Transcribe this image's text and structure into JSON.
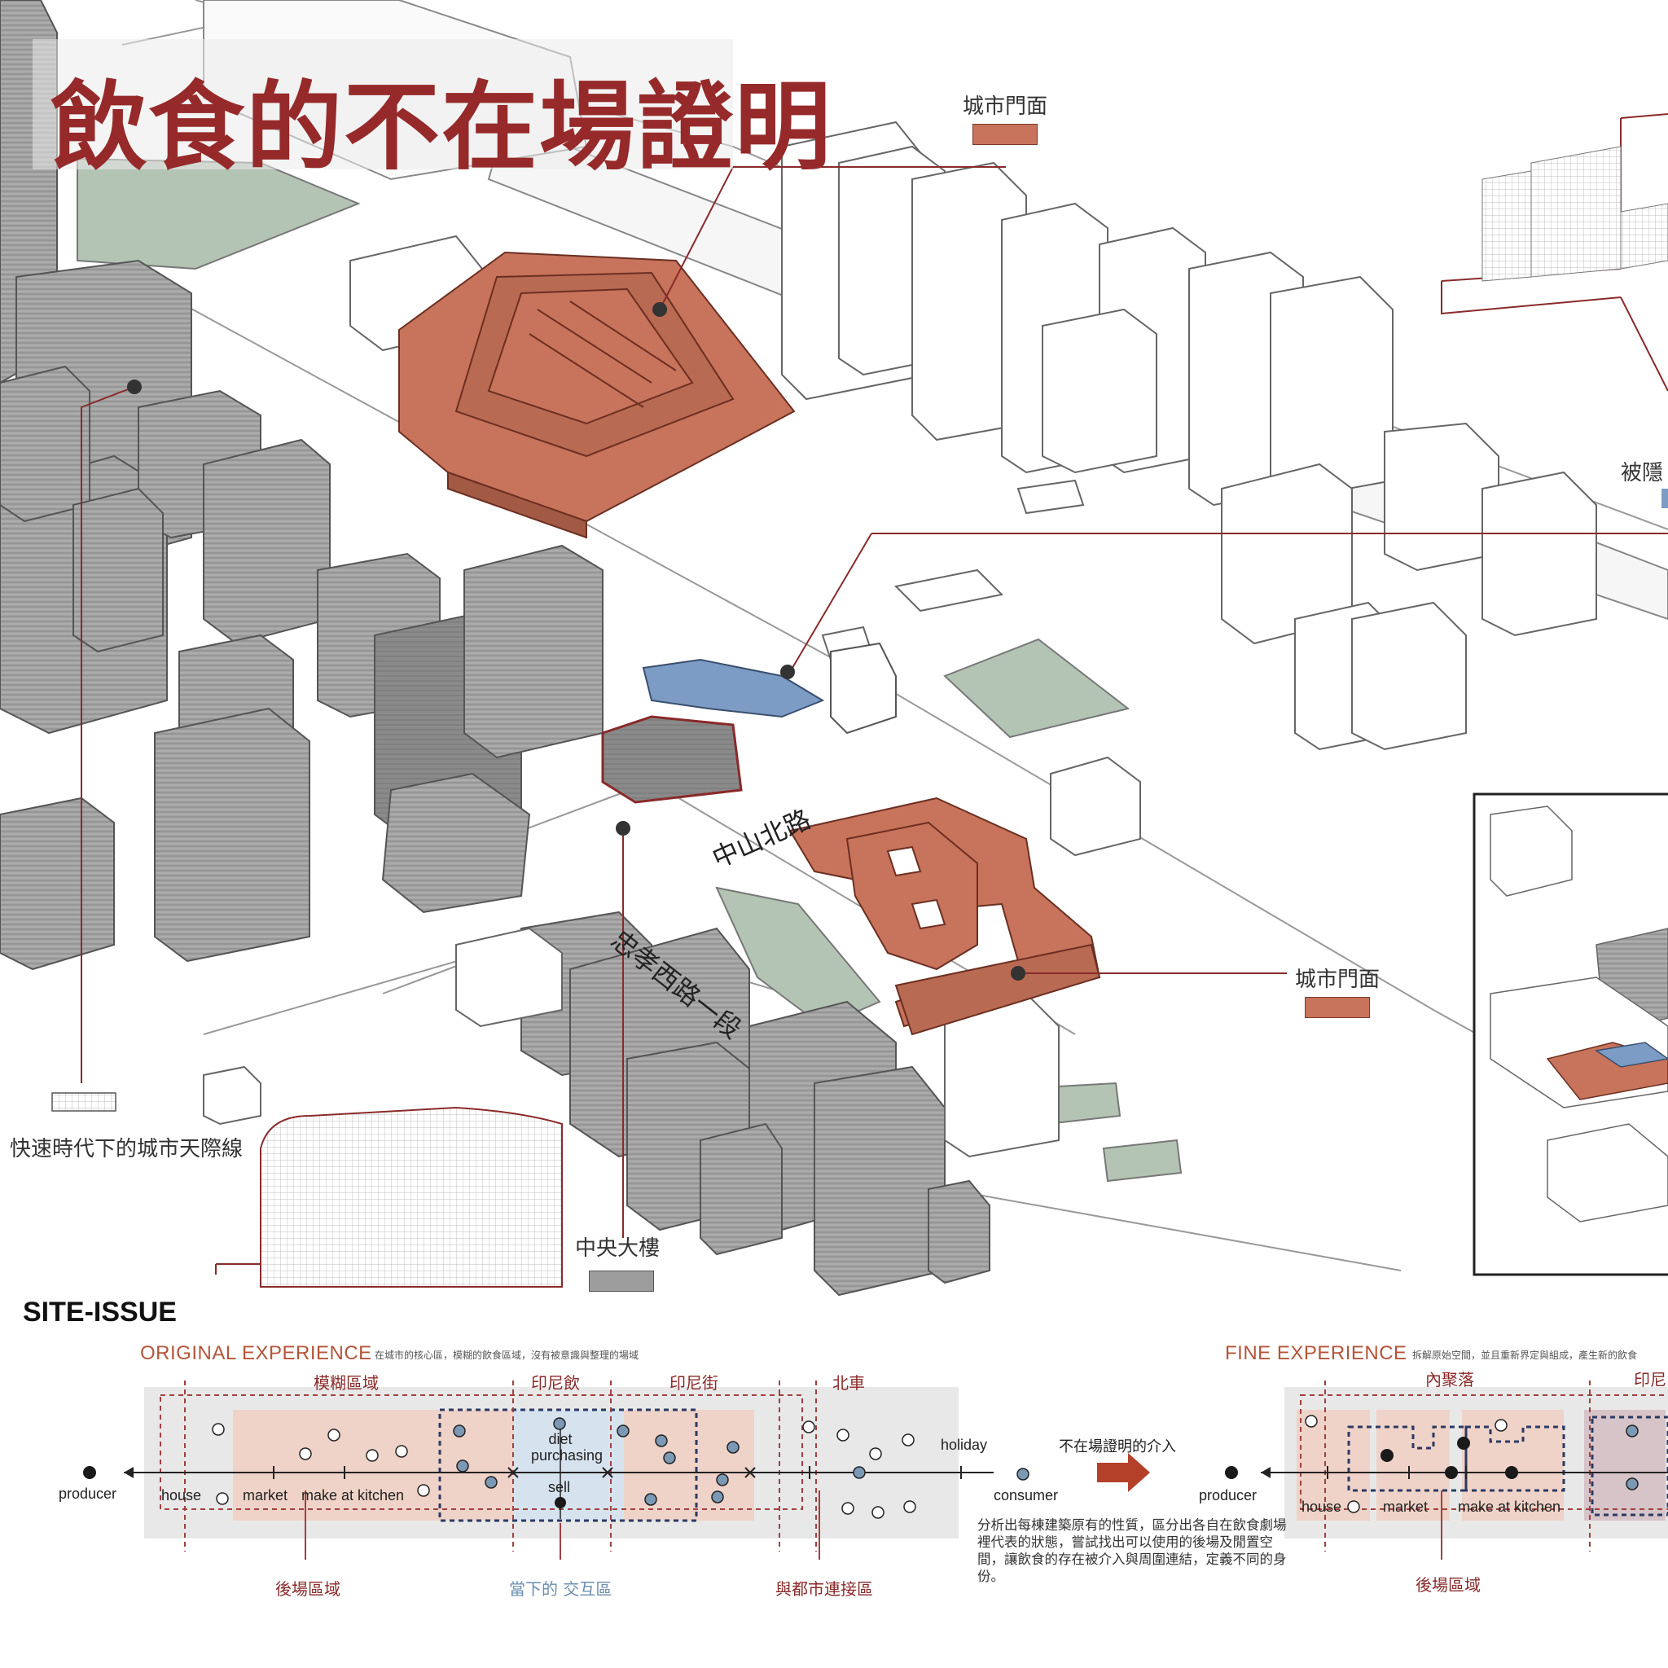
{
  "title": "飲食的不在場證明",
  "labels": {
    "city_facade_top": "城市門面",
    "city_facade_right": "城市門面",
    "skyline": "快速時代下的城市天際線",
    "central_building": "中央大樓",
    "hidden_partial": "被隱",
    "road_zhongshan": "中山北路",
    "road_zhongxiao": "忠孝西路一段"
  },
  "colors": {
    "accent_red": "#962a2a",
    "facade_brick": "#c8735b",
    "focus_blue": "#7d9cc5",
    "gray_building": "#9d9d9d",
    "green_area": "#b3c4b4",
    "zone_pink": "#efd3c8",
    "zone_blue": "#d6e3ef",
    "zone_gray": "#e8e8e8"
  },
  "site_issue": {
    "heading": "SITE-ISSUE",
    "original": {
      "title": "ORIGINAL EXPERIENCE",
      "note": "在城市的核心區，模糊的飲食區域，沒有被意識與整理的場域",
      "zones_top": [
        "模糊區域",
        "印尼飲",
        "印尼街",
        "北車"
      ],
      "axis": [
        "producer",
        "house",
        "market",
        "make at kitchen",
        "diet purchasing",
        "sell",
        "holiday",
        "consumer"
      ],
      "zones_bottom": [
        "後場區域",
        "當下的 交互區",
        "與都市連接區"
      ]
    },
    "intervention": "不在場證明的介入",
    "description": "分析出每棟建築原有的性質，區分出各自在飲食劇場裡代表的狀態，嘗試找出可以使用的後場及閒置空間，讓飲食的存在被介入與周圍連結，定義不同的身份。",
    "fine": {
      "title": "FINE EXPERIENCE",
      "note": "拆解原始空間，並且重新界定與組成，產生新的飲食",
      "zones_top": [
        "內聚落",
        "印尼"
      ],
      "axis": [
        "producer",
        "house",
        "market",
        "make at kitchen"
      ],
      "zones_bottom": [
        "後場區域"
      ]
    }
  }
}
